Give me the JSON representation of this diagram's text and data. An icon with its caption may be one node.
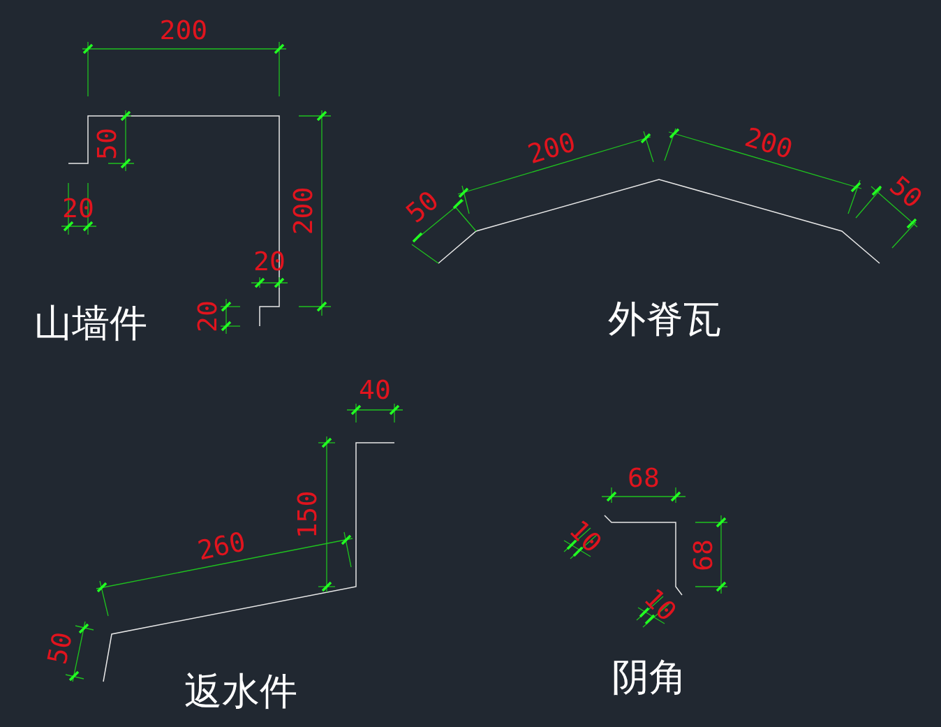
{
  "diagram": {
    "labels": [
      "200",
      "50",
      "20",
      "200",
      "20",
      "20",
      "山墙件",
      "200",
      "200",
      "50",
      "50",
      "外脊瓦",
      "40",
      "150",
      "260",
      "50",
      "返水件",
      "68",
      "10",
      "68",
      "10",
      "阴角"
    ]
  }
}
